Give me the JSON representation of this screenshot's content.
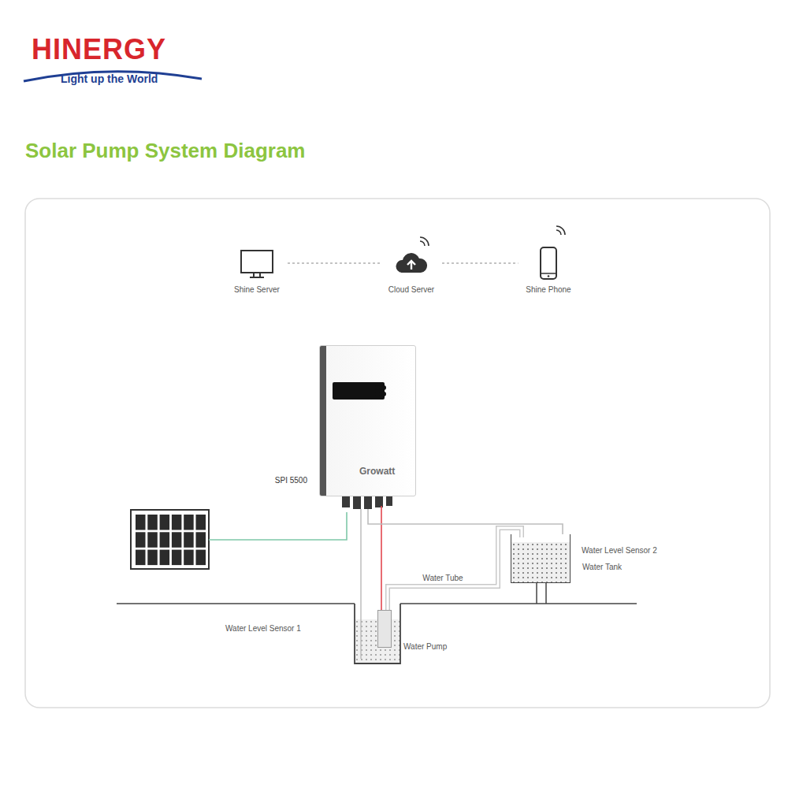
{
  "diagram": {
    "title": "Solar Pump System Diagram",
    "nodes": [
      {
        "text": [
          "Shine Server"
        ]
      },
      {
        "text": [
          "Cloud Server"
        ]
      },
      {
        "text": [
          "Shine Phone"
        ]
      },
      {
        "text": [
          "Growatt",
          "SPI 5500"
        ]
      },
      {
        "text": [
          "Water Pump"
        ]
      },
      {
        "text": [
          "Water Tank"
        ]
      }
    ],
    "edges": [
      {
        "from": 0,
        "to": 1,
        "arrow": "none"
      },
      {
        "from": 1,
        "to": 2,
        "arrow": "none"
      },
      {
        "from": 3,
        "to": 4,
        "arrow": "none"
      },
      {
        "from": 4,
        "to": 5,
        "label": "Water Tube",
        "arrow": "none"
      },
      {
        "from": 3,
        "to": 5,
        "arrow": "none"
      }
    ],
    "labels": [
      "HINERGY",
      "Light up the World",
      "Water Level Sensor 2",
      "Water Level Sensor 1"
    ]
  }
}
